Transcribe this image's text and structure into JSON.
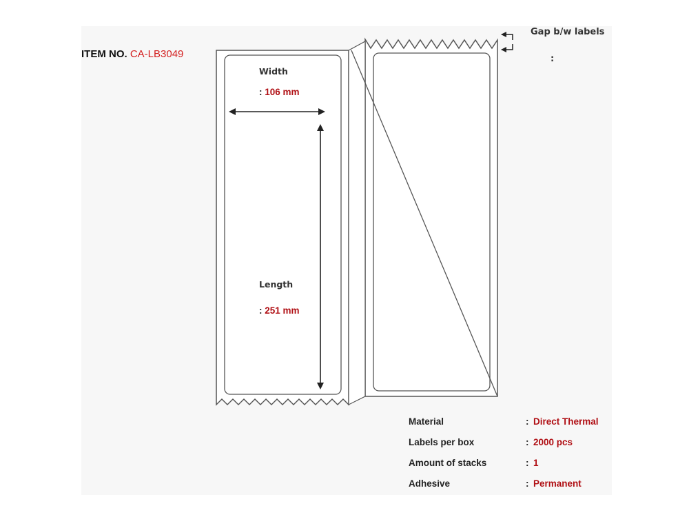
{
  "item": {
    "label": "ITEM NO.",
    "code": "CA-LB3049"
  },
  "dimensions": {
    "width_label": "Width",
    "width_value": "106 mm",
    "length_label": "Length",
    "length_value": "251 mm",
    "colon": ":"
  },
  "gap": {
    "label": "Gap b/w labels",
    "colon": ":",
    "value": ""
  },
  "specs": [
    {
      "name": "Material",
      "value": "Direct Thermal"
    },
    {
      "name": "Labels per box",
      "value": "2000 pcs"
    },
    {
      "name": "Amount of stacks",
      "value": "1"
    },
    {
      "name": "Adhesive",
      "value": "Permanent"
    }
  ],
  "colors": {
    "accent_red": "#d31e1e",
    "value_red": "#b00f14",
    "line": "#555555",
    "text": "#222222"
  }
}
